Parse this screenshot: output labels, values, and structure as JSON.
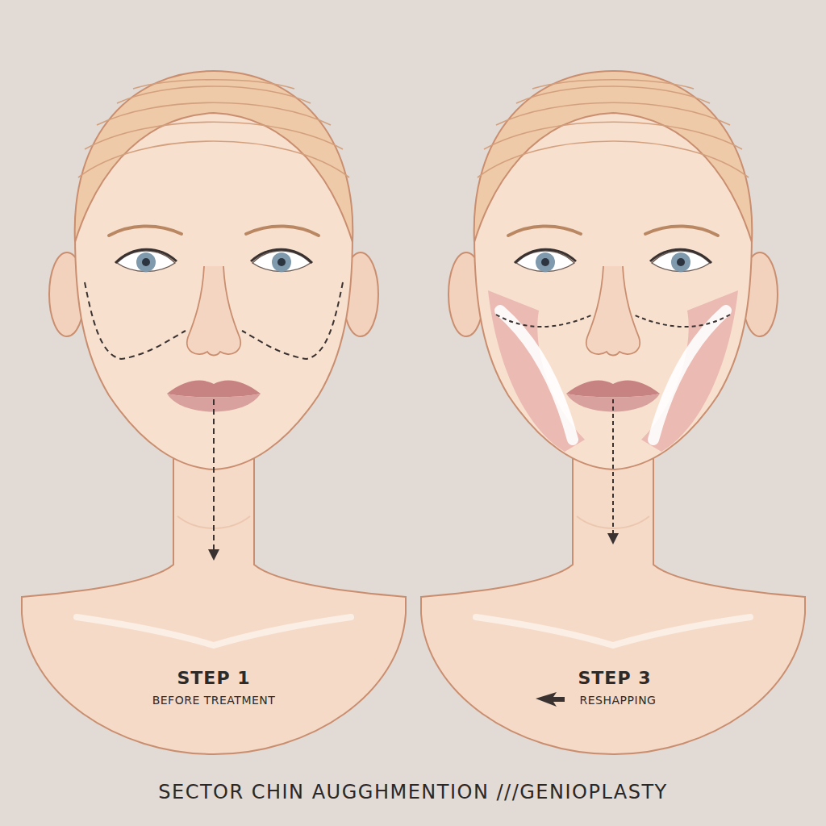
{
  "diagram": {
    "caption": "SECTOR CHIN AUGGHMENTION ///GENIOPLASTY",
    "labels": [
      "STEP 1",
      "BEFORE TREATMENT",
      "STEP 3",
      "RESHAPPING"
    ]
  }
}
